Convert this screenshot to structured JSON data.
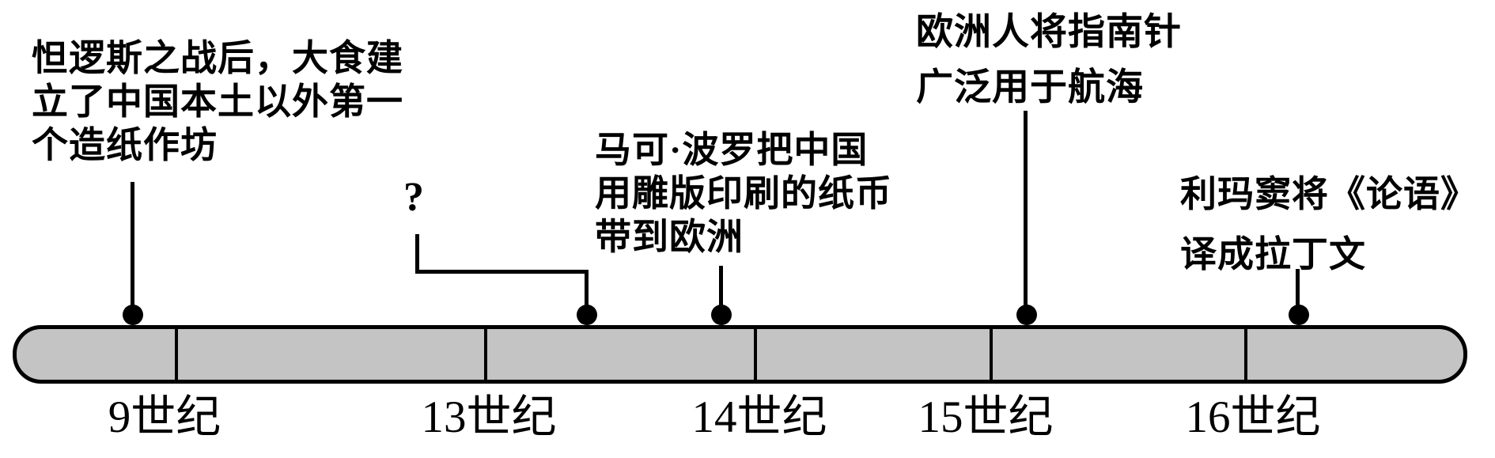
{
  "diagram": {
    "type": "timeline",
    "colors": {
      "bar_fill": "#c4c4c4",
      "line": "#000000",
      "background": "#ffffff"
    },
    "axis": {
      "c9": "9世纪",
      "c13": "13世纪",
      "c14": "14世纪",
      "c15": "15世纪",
      "c16": "16世纪"
    },
    "events": {
      "paper": {
        "line1": "怛逻斯之战后，大食建",
        "line2": "立了中国本土以外第一",
        "line3": "个造纸作坊"
      },
      "question": {
        "mark": "?"
      },
      "marco": {
        "line1": "马可·波罗把中国",
        "line2": "用雕版印刷的纸币",
        "line3": "带到欧洲"
      },
      "compass": {
        "line1": "欧洲人将指南针",
        "line2": "广泛用于航海"
      },
      "ricci": {
        "line1": "利玛窦将《论语》",
        "line2": "译成拉丁文"
      }
    }
  }
}
